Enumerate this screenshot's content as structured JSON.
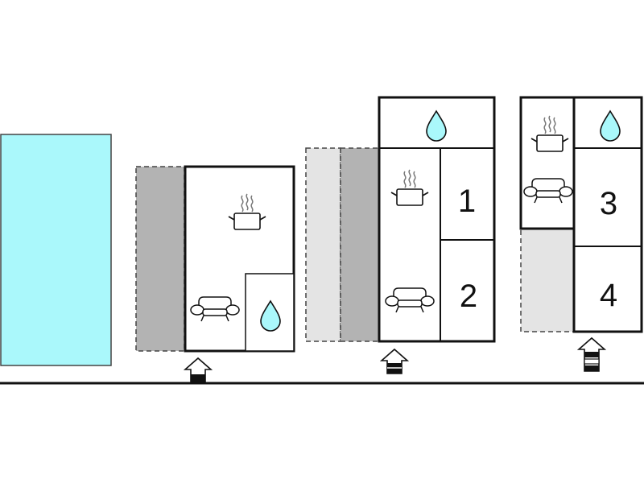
{
  "colors": {
    "pool": "#aaf8fb",
    "terrace_dark": "#b3b3b3",
    "terrace_light": "#e4e4e4",
    "water": "#aaf8fb",
    "line": "#111111",
    "background": "#ffffff"
  },
  "rooms": {
    "room1": "1",
    "room2": "2",
    "room3": "3",
    "room4": "4"
  },
  "icons": [
    "pool-area",
    "terrace-area",
    "kitchen-pot-icon",
    "sofa-icon",
    "water-drop-icon",
    "entrance-arrow-icon"
  ],
  "levels": {
    "unit2_stairs": 1,
    "unit3_stairs": 2
  }
}
